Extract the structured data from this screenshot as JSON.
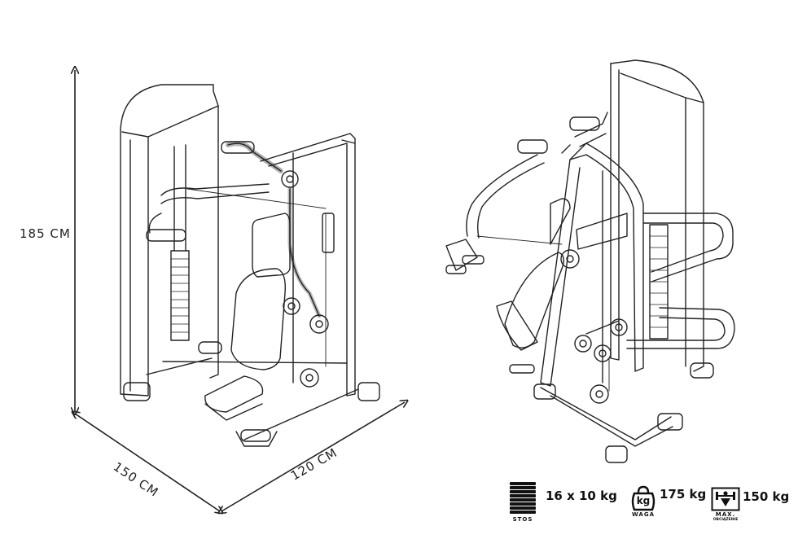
{
  "dimensions": {
    "height": "185 CM",
    "depth": "150 CM",
    "width": "120 CM"
  },
  "specs": {
    "stack": {
      "icon": "weight-stack-icon",
      "caption": "STOS",
      "value": "16 x 10 kg"
    },
    "weight": {
      "icon": "kettlebell-kg-icon",
      "badge": "kg",
      "caption": "WAGA",
      "value": "175 kg"
    },
    "max_load": {
      "icon": "max-load-icon",
      "caption_top": "MAX.",
      "caption_bottom": "OBCIĄŻENIE",
      "value": "150 kg"
    }
  },
  "colors": {
    "line": "#222222",
    "background": "#ffffff"
  }
}
